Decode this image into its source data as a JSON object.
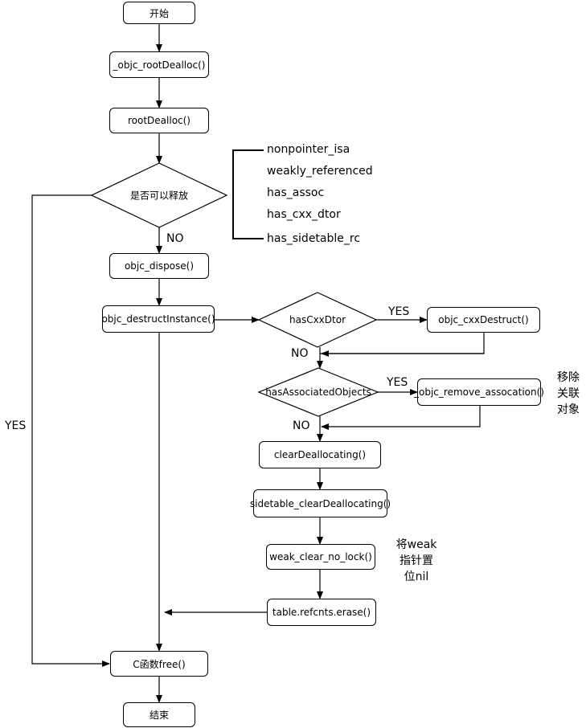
{
  "nodes": {
    "start": "开始",
    "objc_rootDealloc": "_objc_rootDealloc()",
    "rootDealloc": "rootDealloc()",
    "can_release": "是否可以释放",
    "objc_dispose": "objc_dispose()",
    "objc_destructInstance": "objc_destructInstance()",
    "hasCxxDtor": "hasCxxDtor",
    "objc_cxxDestruct": "objc_cxxDestruct()",
    "hasAssociatedObjects": "hasAssociatedObjects",
    "objc_remove_assocation": "_objc_remove_assocation()",
    "clearDeallocating": "clearDeallocating()",
    "sidetable_clearDeallocating": "sidetable_clearDeallocating()",
    "weak_clear_no_lock": "weak_clear_no_lock()",
    "table_refcnts_erase": "table.refcnts.erase()",
    "c_free": "C函数free()",
    "end": "结束"
  },
  "edge_labels": {
    "no_main": "NO",
    "yes_left": "YES",
    "yes_cxx": "YES",
    "no_cxx": "NO",
    "yes_assoc": "YES",
    "no_assoc": "NO"
  },
  "isa_flags": [
    "nonpointer_isa",
    "weakly_referenced",
    "has_assoc",
    "has_cxx_dtor",
    "has_sidetable_rc"
  ],
  "notes": {
    "remove_assoc": [
      "移除",
      "关联",
      "对象"
    ],
    "weak_nil": [
      "将weak",
      "指针置",
      "位nil"
    ]
  }
}
